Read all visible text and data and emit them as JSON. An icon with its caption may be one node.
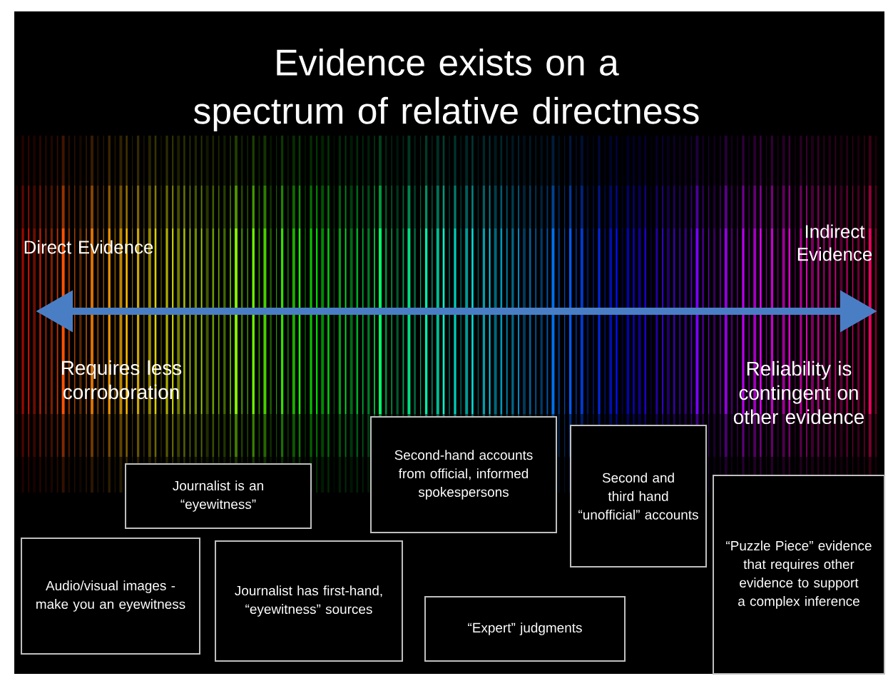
{
  "diagram": {
    "title": "Evidence exists on a spectrum of relative directness",
    "nodes": [
      {
        "text": [
          "Second-hand accounts from official, informed spokespersons"
        ]
      },
      {
        "text": [
          "Second and third hand “unofficial” accounts"
        ]
      },
      {
        "text": [
          "Journalist is an “eyewitness”"
        ]
      },
      {
        "text": [
          "“Puzzle Piece” evidence that requires other evidence to support a complex inference"
        ]
      },
      {
        "text": [
          "Audio/visual images - make you an eyewitness"
        ]
      },
      {
        "text": [
          "Journalist has first-hand, “eyewitness” sources"
        ]
      },
      {
        "text": [
          "“Expert” judgments"
        ]
      }
    ],
    "labels": [
      "Direct Evidence",
      "Indirect Evidence",
      "Requires less corroboration",
      "Reliability is contingent on other evidence"
    ]
  }
}
